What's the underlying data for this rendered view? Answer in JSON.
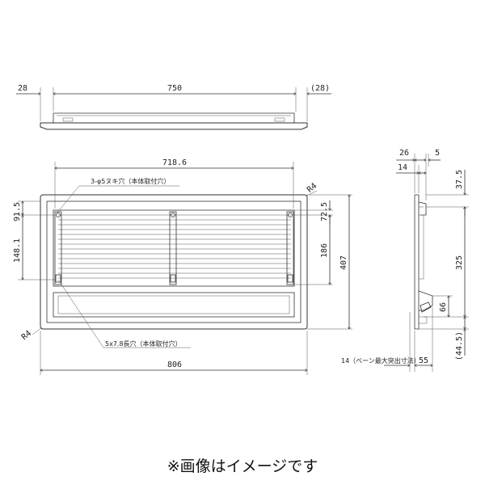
{
  "top_view": {
    "dim_left": "28",
    "dim_width": "750",
    "dim_right": "(28)"
  },
  "front_view": {
    "dim_inner_width": "718.6",
    "note_screw_holes": "3-φ5ヌキ穴（本体取付穴）",
    "note_slots": "5x7.8長穴（本体取付穴）",
    "radius_top": "R4",
    "radius_bottom": "R4",
    "dim_left_upper": "91.5",
    "dim_left_lower": "148.1",
    "dim_right_small": "72.5",
    "dim_right_mid": "186",
    "dim_height": "407",
    "dim_total_width": "806"
  },
  "side_view": {
    "dim_26": "26",
    "dim_5": "5",
    "dim_14": "14",
    "dim_37_5": "37.5",
    "dim_325": "325",
    "dim_66": "66",
    "dim_44_5": "(44.5)",
    "dim_14_note": "14（ベーン最大突出寸法）",
    "dim_55": "55"
  },
  "caption": "※画像はイメージです"
}
